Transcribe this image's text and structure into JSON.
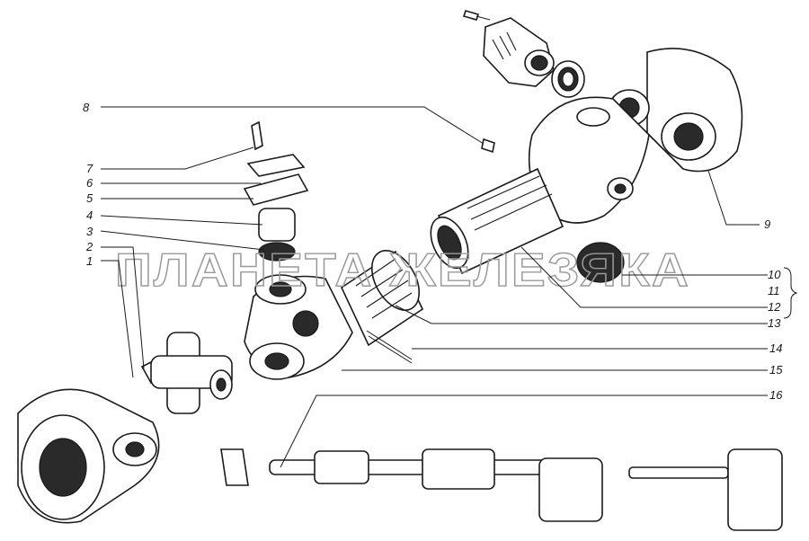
{
  "diagram": {
    "watermark": "ПЛАНЕТА ЖЕЛЕЗЯКА",
    "callouts": [
      {
        "id": "1",
        "label": "1"
      },
      {
        "id": "2",
        "label": "2"
      },
      {
        "id": "3",
        "label": "3"
      },
      {
        "id": "4",
        "label": "4"
      },
      {
        "id": "5",
        "label": "5"
      },
      {
        "id": "6",
        "label": "6"
      },
      {
        "id": "7",
        "label": "7"
      },
      {
        "id": "8",
        "label": "8"
      },
      {
        "id": "9",
        "label": "9"
      },
      {
        "id": "10",
        "label": "10"
      },
      {
        "id": "11",
        "label": "11"
      },
      {
        "id": "12",
        "label": "12"
      },
      {
        "id": "13",
        "label": "13"
      },
      {
        "id": "14",
        "label": "14"
      },
      {
        "id": "15",
        "label": "15"
      },
      {
        "id": "16",
        "label": "16"
      }
    ]
  }
}
